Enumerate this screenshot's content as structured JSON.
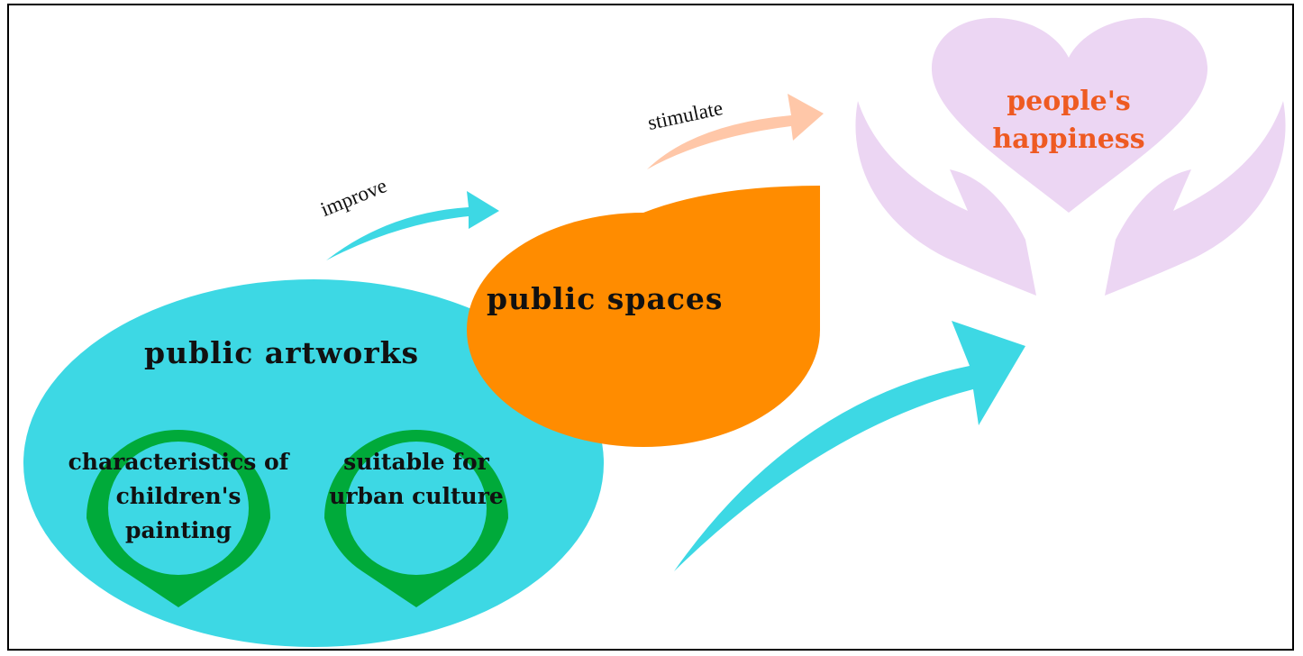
{
  "nodes": {
    "artworks": {
      "title": "public artworks",
      "color": "#3dd8e4"
    },
    "children_painting": {
      "text": "characteristics of children's painting"
    },
    "urban_culture": {
      "text": "suitable for urban culture"
    },
    "spaces": {
      "title": "public spaces",
      "color": "#ff8c00"
    },
    "happiness": {
      "title": "people's happiness",
      "color": "#ee5a22"
    }
  },
  "edges": {
    "improve": {
      "label": "improve"
    },
    "stimulate": {
      "label": "stimulate"
    }
  },
  "colors": {
    "cyan": "#3dd8e4",
    "green": "#00aa3a",
    "orange": "#ff8c00",
    "peach": "#ffc7a8",
    "lavender": "#ecd6f3",
    "text_red": "#ee5a22"
  }
}
